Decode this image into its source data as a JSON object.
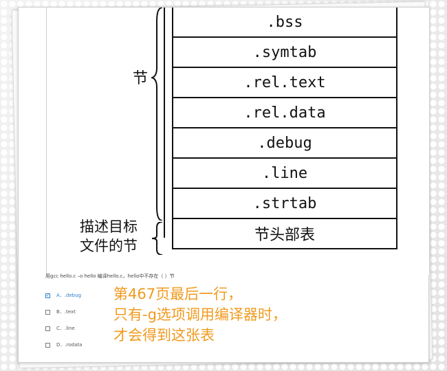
{
  "figure": {
    "segments": [
      ".bss",
      ".symtab",
      ".rel.text",
      ".rel.data",
      ".debug",
      ".line",
      ".strtab",
      "节头部表"
    ],
    "label_sections": "节",
    "label_desc_line1": "描述目标",
    "label_desc_line2": "文件的节"
  },
  "question": {
    "text": "用gcc hello.c –o hello 编译hello.c，hello中不存在（ ）节",
    "options": [
      {
        "label": "A．.debug",
        "checked": true
      },
      {
        "label": "B．.text",
        "checked": false
      },
      {
        "label": "C．.line",
        "checked": false
      },
      {
        "label": "D．.rodata",
        "checked": false
      }
    ]
  },
  "annotation": {
    "line1": "第467页最后一行，",
    "line2": "只有-g选项调用编译器时，",
    "line3": "才会得到这张表",
    "color": "#f09a1e"
  },
  "accent_color": "#2a7ed0"
}
